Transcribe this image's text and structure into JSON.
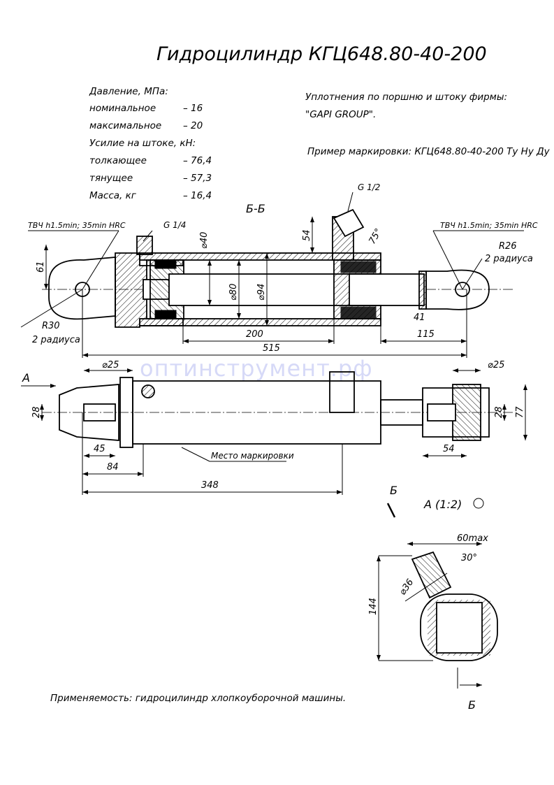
{
  "title": "Гидроцилиндр КГЦ648.80-40-200",
  "specs": {
    "pressure_header": "Давление, МПа:",
    "nominal_label": "номинальное",
    "nominal_value": "– 16",
    "max_label": "максимальное",
    "max_value": "– 20",
    "force_header": "Усилие на штоке, кН:",
    "push_label": "толкающее",
    "push_value": "– 76,4",
    "pull_label": "тянущее",
    "pull_value": "– 57,3",
    "mass_label": "Масса, кг",
    "mass_value": "– 16,4"
  },
  "notes": {
    "seals_line1": "Уплотнения по поршню и штоку фирмы:",
    "seals_line2": "\"GAPI GROUP\".",
    "marking_example": "Пример маркировки: КГЦ648.80-40-200 Ту Ну Ду",
    "applicability": "Применяемость: гидроцилиндр хлопкоуборочной машины."
  },
  "watermark": "оптинструмент.рф",
  "section": {
    "label": "Б-Б",
    "tvch_left": "ТВЧ h1.5min; 35min HRC",
    "tvch_right": "ТВЧ h1.5min; 35min HRC",
    "port_left": "G 1/4",
    "port_right": "G 1/2",
    "dim_40": "⌀40",
    "dim_80": "⌀80",
    "dim_94": "⌀94",
    "dim_54": "54",
    "dim_61": "61",
    "angle_75": "75°",
    "r26": "R26",
    "r26_sub": "2 радиуса",
    "r30": "R30",
    "r30_sub": "2 радиуса",
    "dim_41": "41",
    "dim_200": "200",
    "dim_115": "115",
    "dim_515": "515"
  },
  "plan": {
    "view_a": "А",
    "dia25_left": "⌀25",
    "dia25_right": "⌀25",
    "dim_28_left": "28",
    "dim_28_right": "28",
    "dim_77": "77",
    "dim_45": "45",
    "dim_54": "54",
    "dim_84": "84",
    "dim_348": "348",
    "marking_place": "Место маркировки"
  },
  "detail": {
    "cut_b_top": "Б",
    "cut_b_bottom": "Б",
    "view_label": "А (1:2)",
    "dim_60max": "60max",
    "angle_30": "30°",
    "dia36": "⌀36",
    "dim_144": "144"
  }
}
